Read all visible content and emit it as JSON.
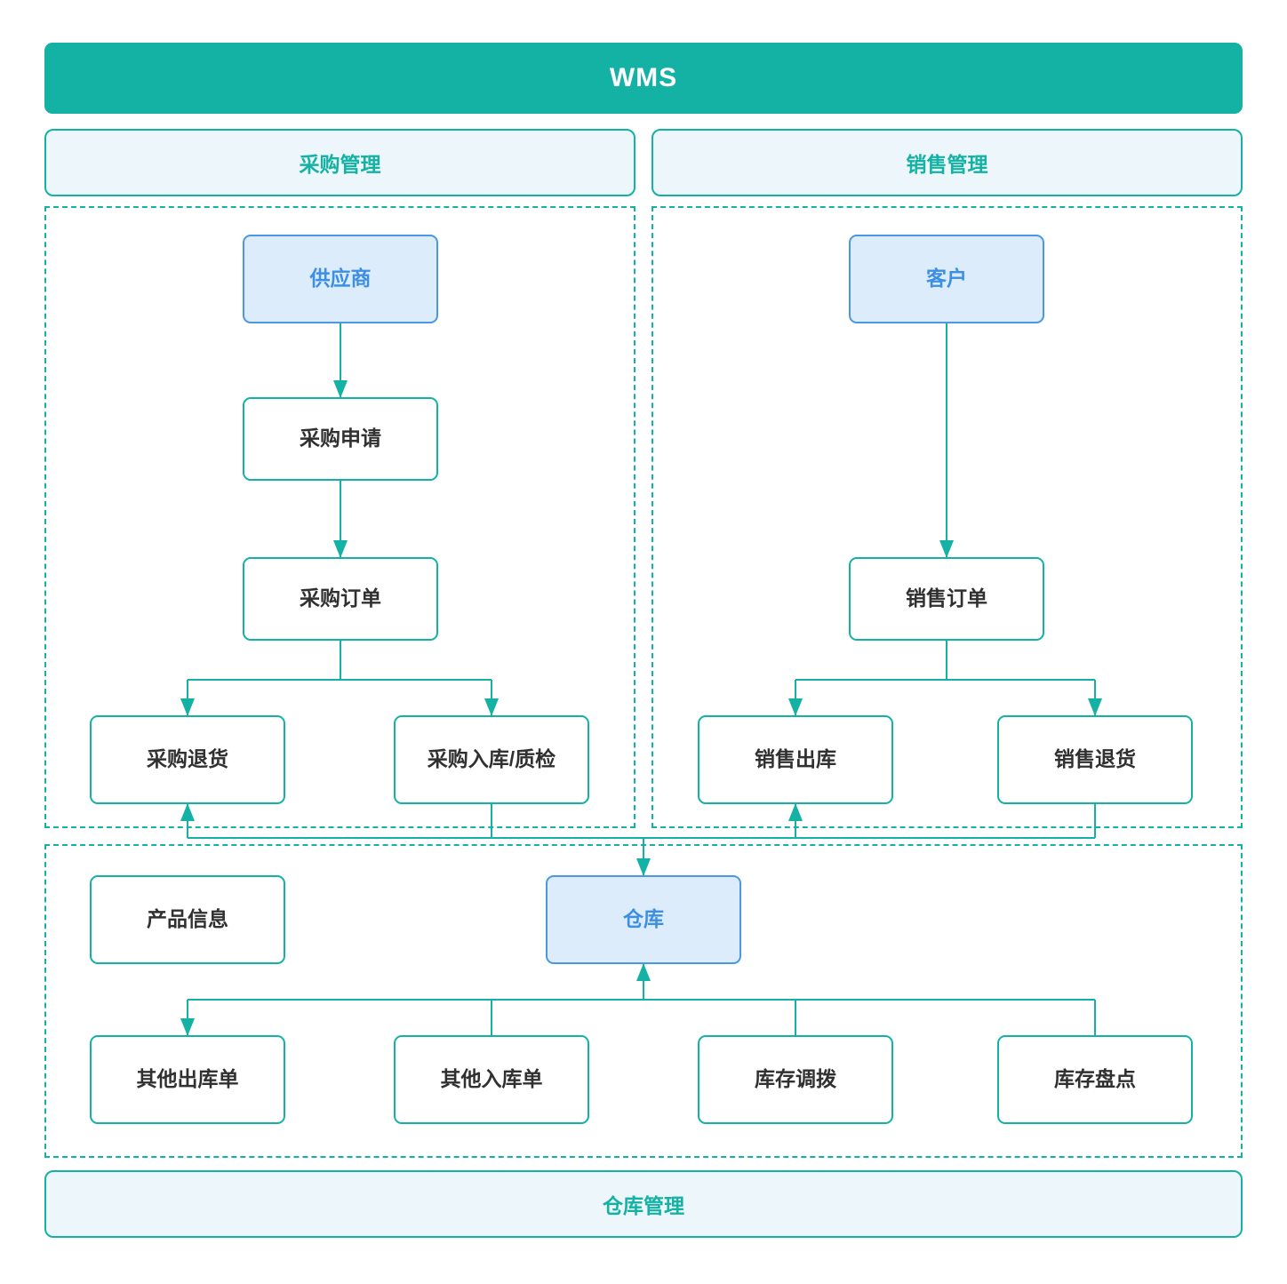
{
  "title": "WMS",
  "sections": {
    "purchase": {
      "label": "采购管理"
    },
    "sales": {
      "label": "销售管理"
    },
    "warehouse": {
      "label": "仓库管理"
    }
  },
  "nodes": {
    "supplier": {
      "label": "供应商",
      "type": "entity"
    },
    "purchase_request": {
      "label": "采购申请",
      "type": "process"
    },
    "purchase_order": {
      "label": "采购订单",
      "type": "process"
    },
    "purchase_return": {
      "label": "采购退货",
      "type": "process"
    },
    "purchase_inbound_qc": {
      "label": "采购入库/质检",
      "type": "process"
    },
    "customer": {
      "label": "客户",
      "type": "entity"
    },
    "sales_order": {
      "label": "销售订单",
      "type": "process"
    },
    "sales_outbound": {
      "label": "销售出库",
      "type": "process"
    },
    "sales_return": {
      "label": "销售退货",
      "type": "process"
    },
    "product_info": {
      "label": "产品信息",
      "type": "process"
    },
    "warehouse": {
      "label": "仓库",
      "type": "entity"
    },
    "other_outbound": {
      "label": "其他出库单",
      "type": "process"
    },
    "other_inbound": {
      "label": "其他入库单",
      "type": "process"
    },
    "inventory_transfer": {
      "label": "库存调拨",
      "type": "process"
    },
    "inventory_count": {
      "label": "库存盘点",
      "type": "process"
    }
  },
  "edges": [
    {
      "from": "supplier",
      "to": "purchase_request",
      "arrow": true
    },
    {
      "from": "purchase_request",
      "to": "purchase_order",
      "arrow": true
    },
    {
      "from": "purchase_order",
      "to": "purchase_return",
      "arrow": true
    },
    {
      "from": "purchase_order",
      "to": "purchase_inbound_qc",
      "arrow": true
    },
    {
      "from": "customer",
      "to": "sales_order",
      "arrow": true
    },
    {
      "from": "sales_order",
      "to": "sales_outbound",
      "arrow": true
    },
    {
      "from": "sales_order",
      "to": "sales_return",
      "arrow": true
    },
    {
      "from": "purchase_inbound_qc",
      "to": "warehouse",
      "arrow": true
    },
    {
      "from": "sales_return",
      "to": "warehouse",
      "arrow": true
    },
    {
      "from": "warehouse_bus",
      "to": "purchase_return",
      "arrow": true
    },
    {
      "from": "warehouse_bus",
      "to": "sales_outbound",
      "arrow": true
    },
    {
      "from": "lower_bus",
      "to": "warehouse",
      "arrow": true
    },
    {
      "from": "lower_bus",
      "to": "other_outbound",
      "arrow": true
    },
    {
      "from": "other_inbound",
      "to": "lower_bus",
      "arrow": false
    },
    {
      "from": "inventory_transfer",
      "to": "lower_bus",
      "arrow": false
    },
    {
      "from": "inventory_count",
      "to": "lower_bus",
      "arrow": false
    }
  ],
  "colors": {
    "teal": "#14b2a4",
    "section_fill": "#edf6fa",
    "entity_border": "#4a97e2",
    "entity_fill": "#dcecfb",
    "entity_text": "#3d8fe3",
    "node_text": "#303030",
    "white": "#ffffff"
  }
}
